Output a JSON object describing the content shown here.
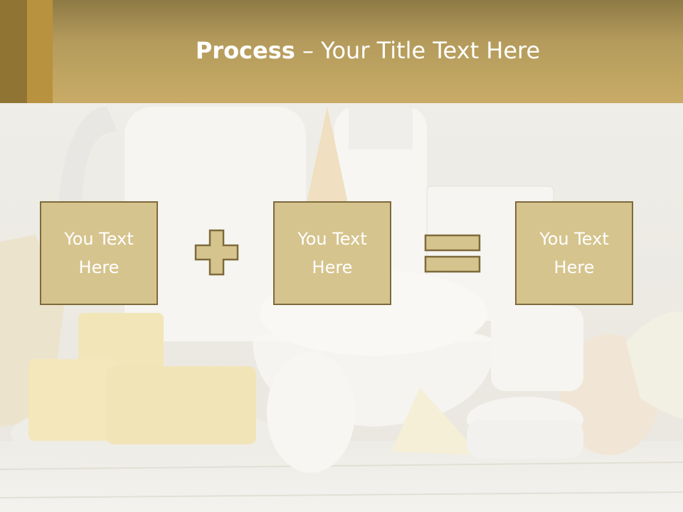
{
  "slide": {
    "title_bold": "Process",
    "title_rest": " – Your Title Text Here",
    "boxes": [
      {
        "text": "You Text\nHere"
      },
      {
        "text": "You Text\nHere"
      },
      {
        "text": "You Text\nHere"
      }
    ],
    "operators": [
      "plus-icon",
      "equals-icon"
    ],
    "colors": {
      "header": "#c8ab66",
      "box_fill": "#d6c48e",
      "box_border": "#7d6a3c",
      "text": "#ffffff"
    }
  }
}
